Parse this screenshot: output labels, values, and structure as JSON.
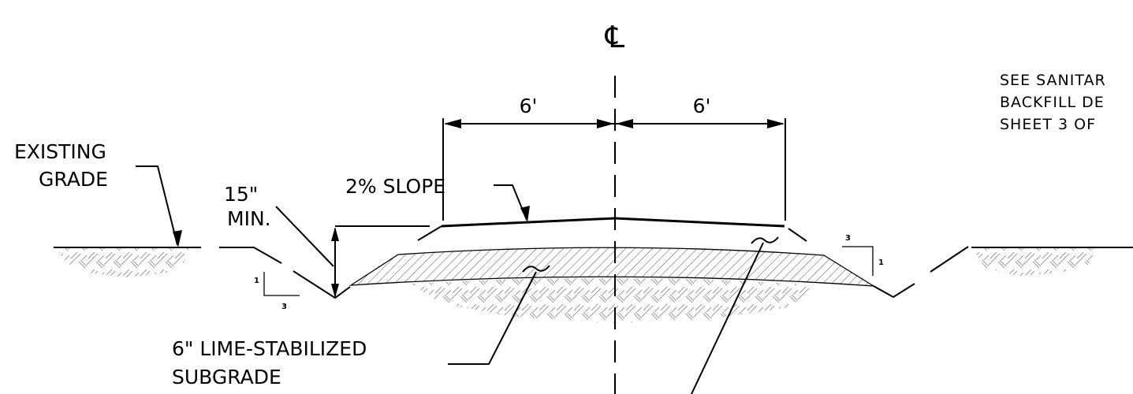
{
  "labels": {
    "centerline": "℄",
    "dim_left": "6'",
    "dim_right": "6'",
    "slope": "2% SLOPE",
    "existing_grade_line1": "EXISTING",
    "existing_grade_line2": "GRADE",
    "depth_line1": "15\"",
    "depth_line2": "MIN.",
    "subgrade_line1": "6\" LIME-STABILIZED",
    "subgrade_line2": "SUBGRADE",
    "note_line1": "SEE SANITAR",
    "note_line2": "BACKFILL DE",
    "note_line3": "SHEET 3 OF",
    "left_slope_rise": "1",
    "left_slope_run": "3",
    "right_slope_rise": "1",
    "right_slope_run": "3"
  }
}
